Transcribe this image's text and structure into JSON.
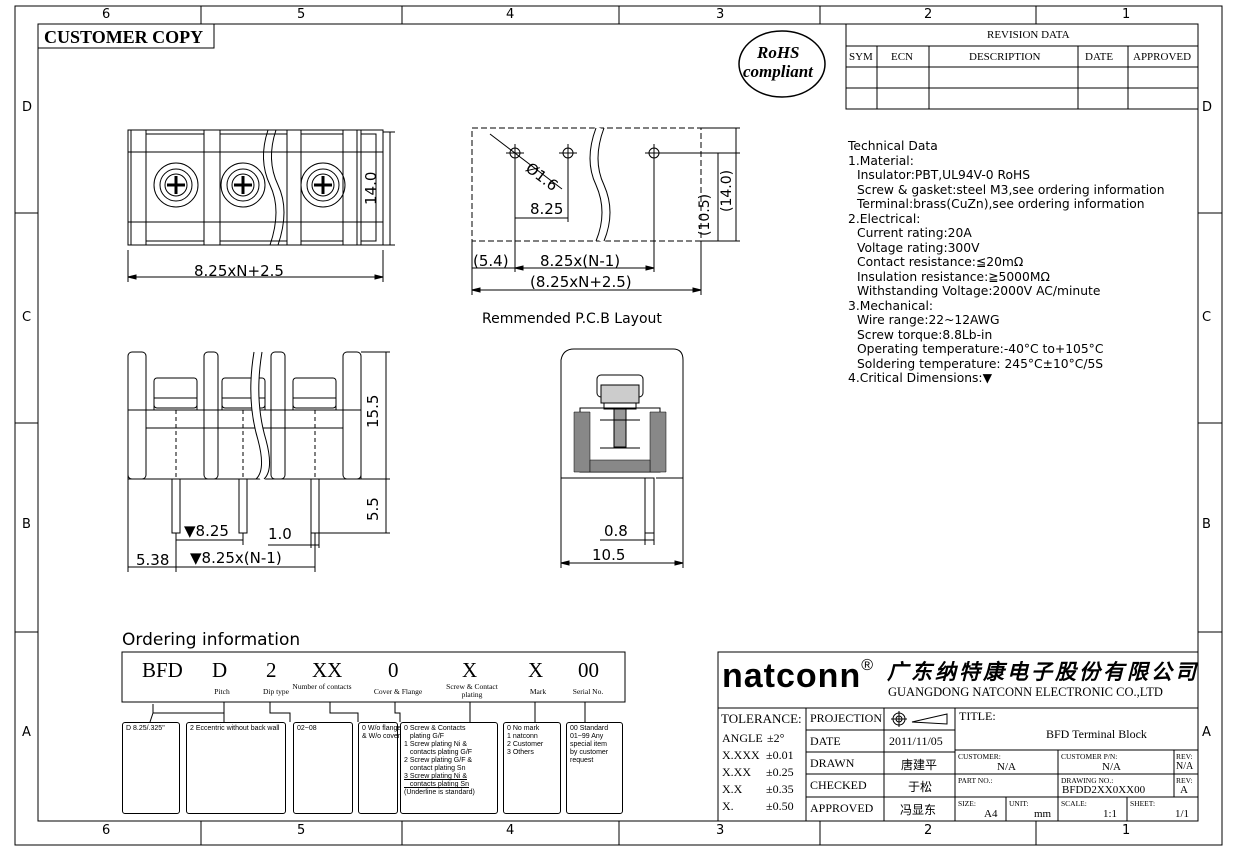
{
  "sheet": {
    "col_labels": [
      "6",
      "5",
      "4",
      "3",
      "2",
      "1"
    ],
    "row_labels": [
      "D",
      "C",
      "B",
      "A"
    ],
    "customer_copy": "CUSTOMER COPY",
    "rohs": [
      "RoHS",
      "compliant"
    ]
  },
  "revision": {
    "title": "REVISION DATA",
    "headers": [
      "SYM",
      "ECN",
      "DESCRIPTION",
      "DATE",
      "APPROVED"
    ]
  },
  "technical": {
    "lines": [
      {
        "t": "Technical Data",
        "ind": false
      },
      {
        "t": "1.Material:",
        "ind": false
      },
      {
        "t": "Insulator:PBT,UL94V-0 RoHS",
        "ind": true
      },
      {
        "t": "Screw & gasket:steel M3,see ordering information",
        "ind": true
      },
      {
        "t": "Terminal:brass(CuZn),see ordering information",
        "ind": true
      },
      {
        "t": "2.Electrical:",
        "ind": false
      },
      {
        "t": "Current rating:20A",
        "ind": true
      },
      {
        "t": "Voltage rating:300V",
        "ind": true
      },
      {
        "t": "Contact resistance:≦20mΩ",
        "ind": true
      },
      {
        "t": "Insulation resistance:≧5000MΩ",
        "ind": true
      },
      {
        "t": "Withstanding Voltage:2000V AC/minute",
        "ind": true
      },
      {
        "t": "3.Mechanical:",
        "ind": false
      },
      {
        "t": "Wire range:22~12AWG",
        "ind": true
      },
      {
        "t": "Screw torque:8.8Lb-in",
        "ind": true
      },
      {
        "t": "Operating temperature:-40°C to+105°C",
        "ind": true
      },
      {
        "t": "Soldering temperature: 245°C±10°C/5S",
        "ind": true
      },
      {
        "t": "4.Critical Dimensions:▼",
        "ind": false
      }
    ]
  },
  "dims": {
    "top_height": "14.0",
    "top_width": "8.25xN+2.5",
    "pcb_hole": "Ø1.6",
    "pcb_pitch": "8.25",
    "pcb_h1": "(10.5)",
    "pcb_h2": "(14.0)",
    "pcb_offset": "(5.4)",
    "pcb_span": "8.25x(N-1)",
    "pcb_total": "(8.25xN+2.5)",
    "pcb_caption": "Remmended P.C.B Layout",
    "front_h1": "15.5",
    "front_h2": "5.5",
    "front_pitch": "▼8.25",
    "front_pin": "1.0",
    "front_offset": "5.38",
    "front_span": "▼8.25x(N-1)",
    "side_pin": "0.8",
    "side_width": "10.5"
  },
  "ordering": {
    "title": "Ordering information",
    "codes": [
      {
        "code": "BFD",
        "label": ""
      },
      {
        "code": "D",
        "label": "Pitch"
      },
      {
        "code": "2",
        "label": "Dip type"
      },
      {
        "code": "XX",
        "label": "Number of contacts"
      },
      {
        "code": "0",
        "label": "Cover & Flange"
      },
      {
        "code": "X",
        "label": "Screw & Contact plating"
      },
      {
        "code": "X",
        "label": "Mark"
      },
      {
        "code": "00",
        "label": "Serial No."
      }
    ],
    "boxes": [
      [
        "D 8.25/.325\""
      ],
      [
        "2 Eccentric without back wall"
      ],
      [
        "02~08"
      ],
      [
        "0 W/o flange",
        "& W/o cover"
      ],
      [
        "0 Screw & Contacts",
        "   plating G/F",
        "1 Screw plating Ni &",
        "   contacts plating G/F",
        "2 Screw plating G/F &",
        "   contact plating Sn",
        "3 Screw plating Ni &",
        "   contacts plating Sn",
        "(Underline is standard)"
      ],
      [
        "0 No mark",
        "1 natconn",
        "2 Customer",
        "3 Others"
      ],
      [
        "00 Standard",
        "01~99 Any",
        "special item",
        "by customer",
        "request"
      ]
    ]
  },
  "titleblock": {
    "brand": "natconn",
    "reg": "®",
    "company_cn": "广东纳特康电子股份有限公司",
    "company_en": "GUANGDONG NATCONN ELECTRONIC CO.,LTD",
    "tolerance_label": "TOLERANCE:",
    "tolerances": [
      [
        "ANGLE",
        "±2°"
      ],
      [
        "X.XXX",
        "±0.01"
      ],
      [
        "X.XX",
        "±0.25"
      ],
      [
        "X.X",
        "±0.35"
      ],
      [
        "X.",
        "±0.50"
      ]
    ],
    "projection": "PROJECTION",
    "date_label": "DATE",
    "date": "2011/11/05",
    "drawn_label": "DRAWN",
    "drawn": "唐建平",
    "checked_label": "CHECKED",
    "checked": "于松",
    "approved_label": "APPROVED",
    "approved": "冯显东",
    "title_label": "TITLE:",
    "title": "BFD  Terminal Block",
    "customer_label": "CUSTOMER:",
    "customer": "N/A",
    "customer_pn_label": "CUSTOMER P/N:",
    "customer_pn": "N/A",
    "rev_label": "REV:",
    "rev1": "N/A",
    "part_no_label": "PART NO.:",
    "drawing_no_label": "DRAWING NO.:",
    "drawing_no": "BFDD2XX0XX00",
    "rev2": "A",
    "size_label": "SIZE:",
    "size": "A4",
    "unit_label": "UNIT:",
    "unit": "mm",
    "scale_label": "SCALE:",
    "scale": "1:1",
    "sheet_label": "SHEET:",
    "sheet": "1/1"
  }
}
